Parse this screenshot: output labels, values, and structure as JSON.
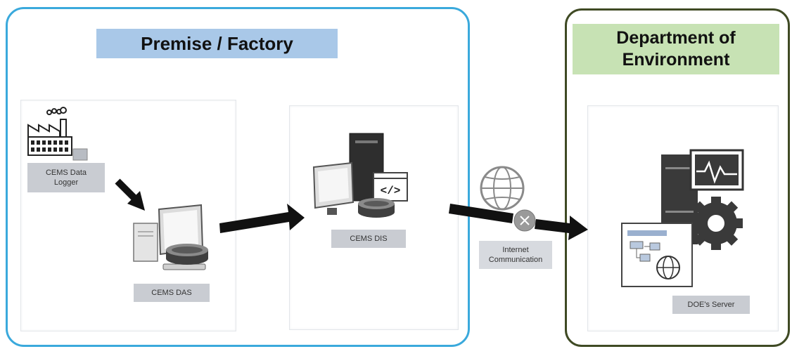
{
  "zones": {
    "premise": {
      "title": "Premise / Factory"
    },
    "doe": {
      "title": "Department of\nEnvironment"
    }
  },
  "nodes": {
    "logger": {
      "label": "CEMS Data\nLogger",
      "icon": "factory-icon"
    },
    "das": {
      "label": "CEMS DAS",
      "icon": "desktop-computer-icon"
    },
    "dis": {
      "label": "CEMS DIS",
      "icon": "server-code-icon"
    },
    "internet": {
      "label": "Internet\nCommunication",
      "icon": "globe-network-icon"
    },
    "doe_server": {
      "label": "DOE's Server",
      "icon": "server-gear-icon"
    }
  },
  "colors": {
    "premise_border": "#3aa9dc",
    "doe_border": "#3f4a24",
    "premise_title_bg": "#a9c8e8",
    "doe_title_bg": "#c7e2b4",
    "label_bg": "#c9ccd2",
    "arrow": "#111111"
  }
}
